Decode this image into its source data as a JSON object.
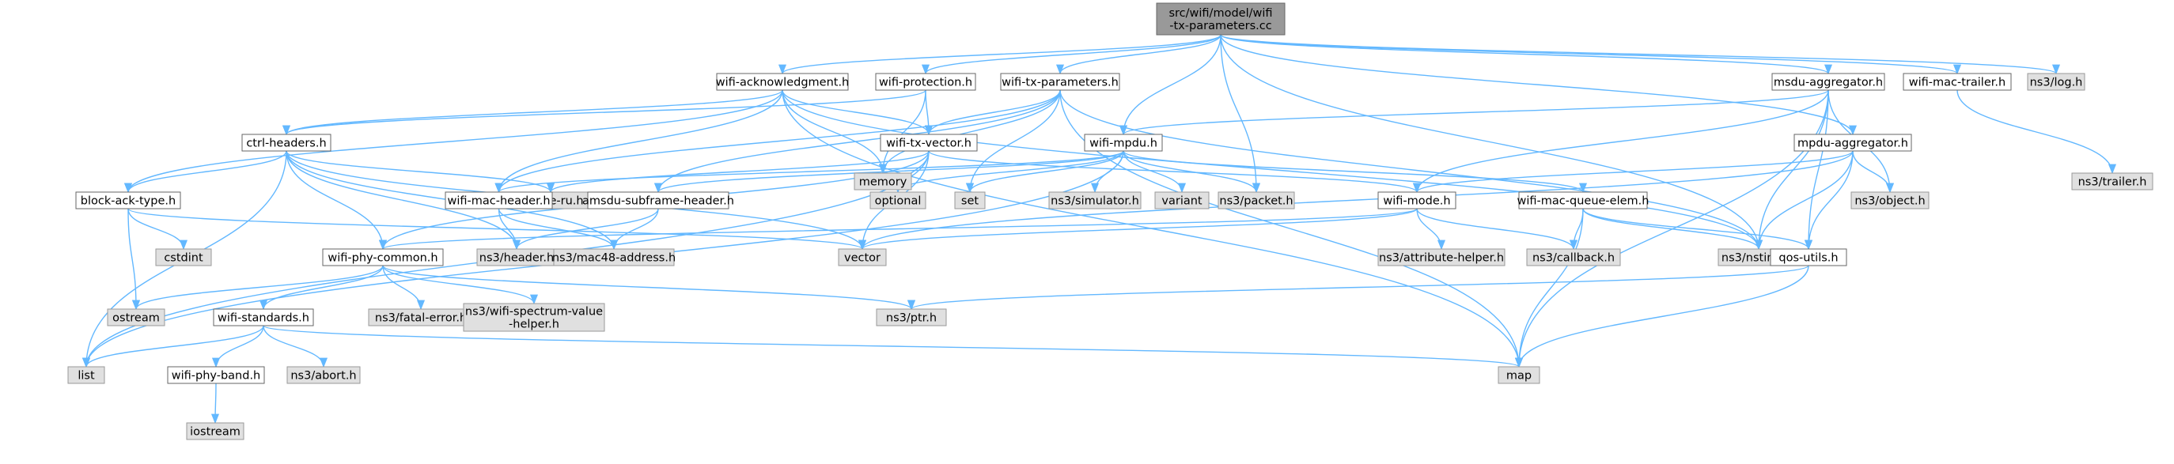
{
  "diagram": {
    "colors": {
      "root_fill": "#999999",
      "root_border": "#666666",
      "node_fill": "#ffffff",
      "node_border": "#666666",
      "external_fill": "#e0e0e0",
      "external_border": "#999999",
      "edge": "#63b8ff"
    },
    "nodes": [
      {
        "id": "root",
        "lines": [
          "src/wifi/model/wifi",
          "-tx-parameters.cc"
        ],
        "kind": "root"
      },
      {
        "id": "wifi-ack",
        "lines": [
          "wifi-acknowledgment.h"
        ],
        "kind": "internal"
      },
      {
        "id": "wifi-prot",
        "lines": [
          "wifi-protection.h"
        ],
        "kind": "internal"
      },
      {
        "id": "wifi-txp",
        "lines": [
          "wifi-tx-parameters.h"
        ],
        "kind": "internal"
      },
      {
        "id": "msdu-agg",
        "lines": [
          "msdu-aggregator.h"
        ],
        "kind": "internal"
      },
      {
        "id": "mac-trailer",
        "lines": [
          "wifi-mac-trailer.h"
        ],
        "kind": "internal"
      },
      {
        "id": "ns3-log",
        "lines": [
          "ns3/log.h"
        ],
        "kind": "external"
      },
      {
        "id": "ns3-trailer",
        "lines": [
          "ns3/trailer.h"
        ],
        "kind": "external"
      },
      {
        "id": "ctrl-headers",
        "lines": [
          "ctrl-headers.h"
        ],
        "kind": "internal"
      },
      {
        "id": "memory",
        "lines": [
          "memory"
        ],
        "kind": "external"
      },
      {
        "id": "wifi-txv",
        "lines": [
          "wifi-tx-vector.h"
        ],
        "kind": "internal"
      },
      {
        "id": "wifi-mpdu",
        "lines": [
          "wifi-mpdu.h"
        ],
        "kind": "internal"
      },
      {
        "id": "mpdu-agg",
        "lines": [
          "mpdu-aggregator.h"
        ],
        "kind": "internal"
      },
      {
        "id": "block-ack",
        "lines": [
          "block-ack-type.h"
        ],
        "kind": "internal"
      },
      {
        "id": "he-ru",
        "lines": [
          "ns3/he-ru.h"
        ],
        "kind": "external"
      },
      {
        "id": "wifi-mac-hdr",
        "lines": [
          "wifi-mac-header.h"
        ],
        "kind": "internal"
      },
      {
        "id": "amsdu",
        "lines": [
          "amsdu-subframe-header.h"
        ],
        "kind": "internal"
      },
      {
        "id": "optional",
        "lines": [
          "optional"
        ],
        "kind": "external"
      },
      {
        "id": "set",
        "lines": [
          "set"
        ],
        "kind": "external"
      },
      {
        "id": "simulator",
        "lines": [
          "ns3/simulator.h"
        ],
        "kind": "external"
      },
      {
        "id": "variant",
        "lines": [
          "variant"
        ],
        "kind": "external"
      },
      {
        "id": "packet",
        "lines": [
          "ns3/packet.h"
        ],
        "kind": "external"
      },
      {
        "id": "wifi-mode",
        "lines": [
          "wifi-mode.h"
        ],
        "kind": "internal"
      },
      {
        "id": "mac-queue-elem",
        "lines": [
          "wifi-mac-queue-elem.h"
        ],
        "kind": "internal"
      },
      {
        "id": "ns3-object",
        "lines": [
          "ns3/object.h"
        ],
        "kind": "external"
      },
      {
        "id": "cstdint",
        "lines": [
          "cstdint"
        ],
        "kind": "external"
      },
      {
        "id": "phy-common",
        "lines": [
          "wifi-phy-common.h"
        ],
        "kind": "internal"
      },
      {
        "id": "ns3-header",
        "lines": [
          "ns3/header.h"
        ],
        "kind": "external"
      },
      {
        "id": "mac48",
        "lines": [
          "ns3/mac48-address.h"
        ],
        "kind": "external"
      },
      {
        "id": "vector",
        "lines": [
          "vector"
        ],
        "kind": "external"
      },
      {
        "id": "attr-helper",
        "lines": [
          "ns3/attribute-helper.h"
        ],
        "kind": "external"
      },
      {
        "id": "callback",
        "lines": [
          "ns3/callback.h"
        ],
        "kind": "external"
      },
      {
        "id": "nstime",
        "lines": [
          "ns3/nstime.h"
        ],
        "kind": "external"
      },
      {
        "id": "qos-utils",
        "lines": [
          "qos-utils.h"
        ],
        "kind": "internal"
      },
      {
        "id": "ostream",
        "lines": [
          "ostream"
        ],
        "kind": "external"
      },
      {
        "id": "wifi-std",
        "lines": [
          "wifi-standards.h"
        ],
        "kind": "internal"
      },
      {
        "id": "fatal-error",
        "lines": [
          "ns3/fatal-error.h"
        ],
        "kind": "external"
      },
      {
        "id": "spectrum",
        "lines": [
          "ns3/wifi-spectrum-value",
          "-helper.h"
        ],
        "kind": "external"
      },
      {
        "id": "ptr",
        "lines": [
          "ns3/ptr.h"
        ],
        "kind": "external"
      },
      {
        "id": "list",
        "lines": [
          "list"
        ],
        "kind": "external"
      },
      {
        "id": "phy-band",
        "lines": [
          "wifi-phy-band.h"
        ],
        "kind": "internal"
      },
      {
        "id": "abort",
        "lines": [
          "ns3/abort.h"
        ],
        "kind": "external"
      },
      {
        "id": "map",
        "lines": [
          "map"
        ],
        "kind": "external"
      },
      {
        "id": "iostream",
        "lines": [
          "iostream"
        ],
        "kind": "external"
      }
    ],
    "edges": [
      [
        "root",
        "wifi-ack"
      ],
      [
        "root",
        "wifi-prot"
      ],
      [
        "root",
        "wifi-txp"
      ],
      [
        "root",
        "msdu-agg"
      ],
      [
        "root",
        "mac-trailer"
      ],
      [
        "root",
        "ns3-log"
      ],
      [
        "root",
        "wifi-mpdu"
      ],
      [
        "root",
        "mpdu-agg"
      ],
      [
        "root",
        "packet"
      ],
      [
        "root",
        "nstime"
      ],
      [
        "wifi-ack",
        "ctrl-headers"
      ],
      [
        "wifi-ack",
        "memory"
      ],
      [
        "wifi-ack",
        "wifi-txv"
      ],
      [
        "wifi-ack",
        "block-ack"
      ],
      [
        "wifi-ack",
        "wifi-mac-hdr"
      ],
      [
        "wifi-ack",
        "nstime"
      ],
      [
        "wifi-ack",
        "map"
      ],
      [
        "wifi-prot",
        "memory"
      ],
      [
        "wifi-prot",
        "wifi-txv"
      ],
      [
        "wifi-prot",
        "ctrl-headers"
      ],
      [
        "wifi-txp",
        "memory"
      ],
      [
        "wifi-txp",
        "wifi-txv"
      ],
      [
        "wifi-txp",
        "set"
      ],
      [
        "wifi-txp",
        "nstime"
      ],
      [
        "wifi-txp",
        "wifi-mac-hdr"
      ],
      [
        "wifi-txp",
        "amsdu"
      ],
      [
        "wifi-txp",
        "map"
      ],
      [
        "msdu-agg",
        "wifi-mpdu"
      ],
      [
        "msdu-agg",
        "wifi-mode"
      ],
      [
        "msdu-agg",
        "ns3-object"
      ],
      [
        "msdu-agg",
        "nstime"
      ],
      [
        "msdu-agg",
        "qos-utils"
      ],
      [
        "msdu-agg",
        "map"
      ],
      [
        "mac-trailer",
        "ns3-trailer"
      ],
      [
        "ctrl-headers",
        "block-ack"
      ],
      [
        "ctrl-headers",
        "he-ru"
      ],
      [
        "ctrl-headers",
        "phy-common"
      ],
      [
        "ctrl-headers",
        "ns3-header"
      ],
      [
        "ctrl-headers",
        "mac48"
      ],
      [
        "ctrl-headers",
        "vector"
      ],
      [
        "ctrl-headers",
        "list"
      ],
      [
        "wifi-txv",
        "wifi-mode"
      ],
      [
        "wifi-txv",
        "phy-common"
      ],
      [
        "wifi-txv",
        "he-ru"
      ],
      [
        "wifi-txv",
        "optional"
      ],
      [
        "wifi-txv",
        "vector"
      ],
      [
        "wifi-txv",
        "list"
      ],
      [
        "wifi-mpdu",
        "wifi-mac-hdr"
      ],
      [
        "wifi-mpdu",
        "amsdu"
      ],
      [
        "wifi-mpdu",
        "mac-queue-elem"
      ],
      [
        "wifi-mpdu",
        "optional"
      ],
      [
        "wifi-mpdu",
        "set"
      ],
      [
        "wifi-mpdu",
        "simulator"
      ],
      [
        "wifi-mpdu",
        "variant"
      ],
      [
        "wifi-mpdu",
        "packet"
      ],
      [
        "wifi-mpdu",
        "list"
      ],
      [
        "mpdu-agg",
        "wifi-mode"
      ],
      [
        "mpdu-agg",
        "ns3-object"
      ],
      [
        "mpdu-agg",
        "nstime"
      ],
      [
        "mpdu-agg",
        "qos-utils"
      ],
      [
        "mpdu-agg",
        "vector"
      ],
      [
        "block-ack",
        "cstdint"
      ],
      [
        "block-ack",
        "ostream"
      ],
      [
        "block-ack",
        "vector"
      ],
      [
        "wifi-mac-hdr",
        "ns3-header"
      ],
      [
        "wifi-mac-hdr",
        "mac48"
      ],
      [
        "amsdu",
        "ns3-header"
      ],
      [
        "amsdu",
        "mac48"
      ],
      [
        "wifi-mode",
        "attr-helper"
      ],
      [
        "wifi-mode",
        "callback"
      ],
      [
        "wifi-mode",
        "phy-common"
      ],
      [
        "wifi-mode",
        "vector"
      ],
      [
        "mac-queue-elem",
        "callback"
      ],
      [
        "mac-queue-elem",
        "nstime"
      ],
      [
        "mac-queue-elem",
        "qos-utils"
      ],
      [
        "mac-queue-elem",
        "map"
      ],
      [
        "phy-common",
        "ostream"
      ],
      [
        "phy-common",
        "wifi-std"
      ],
      [
        "phy-common",
        "fatal-error"
      ],
      [
        "phy-common",
        "spectrum"
      ],
      [
        "phy-common",
        "ptr"
      ],
      [
        "qos-utils",
        "ptr"
      ],
      [
        "qos-utils",
        "map"
      ],
      [
        "wifi-std",
        "phy-band"
      ],
      [
        "wifi-std",
        "abort"
      ],
      [
        "wifi-std",
        "list"
      ],
      [
        "wifi-std",
        "map"
      ],
      [
        "phy-band",
        "iostream"
      ]
    ]
  }
}
